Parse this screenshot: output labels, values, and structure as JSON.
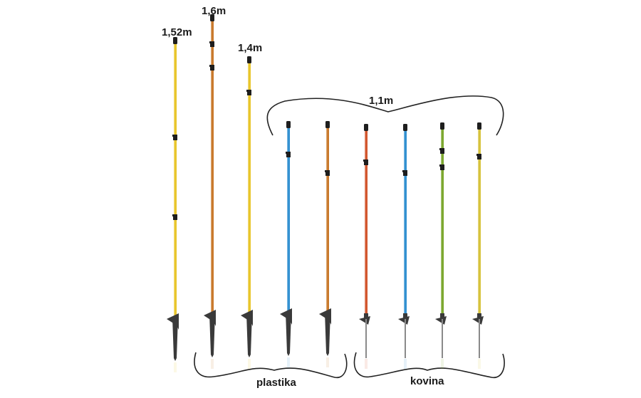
{
  "labels": {
    "h152": "1,52m",
    "h16": "1,6m",
    "h14": "1,4m",
    "h11": "1,1m",
    "plastic": "plastika",
    "metal": "kovina"
  },
  "colors": {
    "yellow": "#e8c52a",
    "orange": "#c8782a",
    "blue": "#2f8fd0",
    "red_orange": "#d2552c",
    "green": "#7aa62c",
    "yellow_green": "#d6c23a",
    "foot": "#3a3a3a",
    "clip": "#1e1e1e",
    "brace": "#222222"
  },
  "posts": [
    {
      "name": "post-152-yellow",
      "color": "yellow",
      "foot": "plastic"
    },
    {
      "name": "post-16-orange",
      "color": "orange",
      "foot": "plastic"
    },
    {
      "name": "post-14-yellow",
      "color": "yellow",
      "foot": "plastic"
    },
    {
      "name": "post-11-blue-plastic",
      "color": "blue",
      "foot": "plastic"
    },
    {
      "name": "post-11-orange-plastic",
      "color": "orange",
      "foot": "plastic"
    },
    {
      "name": "post-11-redorange-metal",
      "color": "red_orange",
      "foot": "metal"
    },
    {
      "name": "post-11-blue-metal",
      "color": "blue",
      "foot": "metal"
    },
    {
      "name": "post-11-green-metal",
      "color": "green",
      "foot": "metal"
    },
    {
      "name": "post-11-yellow-metal",
      "color": "yellow_green",
      "foot": "metal"
    }
  ]
}
